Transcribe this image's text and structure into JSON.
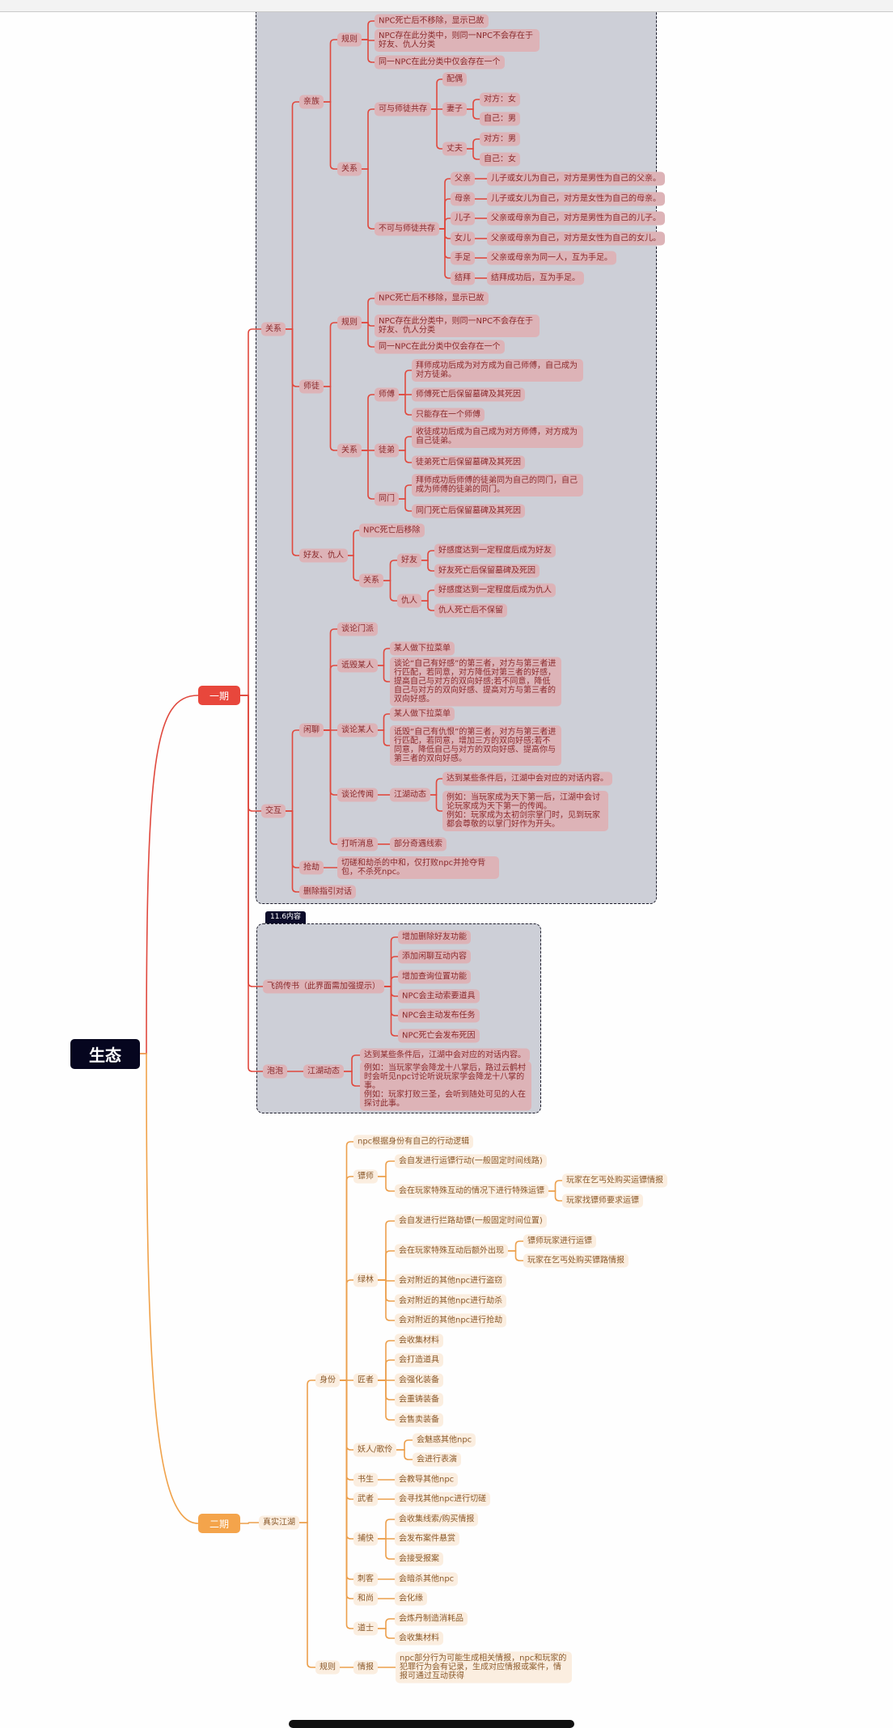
{
  "root": "生态",
  "phase1": {
    "label": "一期",
    "relation": {
      "label": "关系",
      "kin": {
        "label": "亲族",
        "rules_label": "规则",
        "rules": [
          "NPC死亡后不移除，显示已故",
          "NPC存在此分类中，则同一NPC不会存在于好友、仇人分类",
          "同一NPC在此分类中仅会存在一个"
        ],
        "relation_label": "关系",
        "coexist": {
          "label": "可与师徒共存",
          "spouse": "配偶",
          "wife": {
            "label": "妻子",
            "other": "对方：女",
            "self": "自己：男"
          },
          "husband": {
            "label": "丈夫",
            "other": "对方：男",
            "self": "自己：女"
          }
        },
        "not_coexist": {
          "label": "不可与师徒共存",
          "items": [
            {
              "label": "父亲",
              "desc": "儿子或女儿为自己，对方是男性为自己的父亲。"
            },
            {
              "label": "母亲",
              "desc": "儿子或女儿为自己，对方是女性为自己的母亲。"
            },
            {
              "label": "儿子",
              "desc": "父亲或母亲为自己，对方是男性为自己的儿子。"
            },
            {
              "label": "女儿",
              "desc": "父亲或母亲为自己，对方是女性为自己的女儿。"
            },
            {
              "label": "手足",
              "desc": "父亲或母亲为同一人，互为手足。"
            },
            {
              "label": "结拜",
              "desc": "结拜成功后，互为手足。"
            }
          ]
        }
      },
      "master": {
        "label": "师徒",
        "rules_label": "规则",
        "rules": [
          "NPC死亡后不移除，显示已故",
          "NPC存在此分类中，则同一NPC不会存在于好友、仇人分类",
          "同一NPC在此分类中仅会存在一个"
        ],
        "relation_label": "关系",
        "teacher": {
          "label": "师傅",
          "items": [
            "拜师成功后成为对方成为自己师傅，自己成为对方徒弟。",
            "师傅死亡后保留墓碑及其死因",
            "只能存在一个师傅"
          ]
        },
        "disciple": {
          "label": "徒弟",
          "items": [
            "收徒成功后成为自己成为对方师傅，对方成为自己徒弟。",
            "徒弟死亡后保留墓碑及其死因"
          ]
        },
        "fellow": {
          "label": "同门",
          "items": [
            "拜师成功后师傅的徒弟同为自己的同门，自己成为师傅的徒弟的同门。",
            "同门死亡后保留墓碑及其死因"
          ]
        }
      },
      "friend_foe": {
        "label": "好友、仇人",
        "removed": "NPC死亡后移除",
        "relation_label": "关系",
        "friend": {
          "label": "好友",
          "items": [
            "好感度达到一定程度后成为好友",
            "好友死亡后保留墓碑及死因"
          ]
        },
        "foe": {
          "label": "仇人",
          "items": [
            "好感度达到一定程度后成为仇人",
            "仇人死亡后不保留"
          ]
        }
      }
    },
    "interaction": {
      "label": "交互",
      "chat": {
        "label": "闲聊",
        "sect": "谈论门派",
        "slander": {
          "label": "诋毁某人",
          "items": [
            "某人做下拉菜单",
            "谈论“自己有好感”的第三者，对方与第三者进行匹配，若同意，对方降低对第三者的好感，提高自己与对方的双向好感;若不同意，降低自己与对方的双向好感、提高对方与第三者的双向好感。"
          ]
        },
        "discuss": {
          "label": "谈论某人",
          "items": [
            "某人做下拉菜单",
            "诋毁“自己有仇恨”的第三者，对方与第三者进行匹配，若同意，增加三方的双向好感;若不同意，降低自己与对方的双向好感、提高你与第三者的双向好感。"
          ]
        },
        "rumor": {
          "label": "谈论传闻",
          "sub": "江湖动态",
          "items": [
            "达到某些条件后，江湖中会对应的对话内容。",
            "例如：当玩家成为天下第一后，江湖中会讨论玩家成为天下第一的传闻。\n例如：玩家成为太初剑宗掌门时，见到玩家都会尊敬的以掌门好作为开头。"
          ]
        },
        "inquire": {
          "label": "打听消息",
          "item": "部分奇遇线索"
        }
      },
      "rob": {
        "label": "抢劫",
        "desc": "切磋和劫杀的中和，仅打败npc并抢夺背包，不杀死npc。"
      },
      "delete_guide": "删除指引对话"
    },
    "group_tag": "11.6内容",
    "pigeon": {
      "label": "飞鸽传书（此界面需加强提示）",
      "items": [
        "增加删除好友功能",
        "添加闲聊互动内容",
        "增加查询位置功能",
        "NPC会主动索要道具",
        "NPC会主动发布任务",
        "NPC死亡会发布死因"
      ]
    },
    "bubble": {
      "label": "泡泡",
      "sub": "江湖动态",
      "items": [
        "达到某些条件后，江湖中会对应的对话内容。",
        "例如：当玩家学会降龙十八掌后，路过云鹤村时会听见npc讨论听说玩家学会降龙十八掌的事。\n例如：玩家打败三圣，会听到随处可见的人在探讨此事。"
      ]
    }
  },
  "phase2": {
    "label": "二期",
    "real_jianghu": {
      "label": "真实江湖",
      "identity": {
        "label": "身份",
        "logic": "npc根据身份有自己的行动逻辑",
        "escort": {
          "label": "镖师",
          "items": [
            "会自发进行运镖行动(一般固定时间线路)",
            "会在玩家特殊互动的情况下进行特殊运镖"
          ],
          "special": [
            "玩家在乞丐处购买运镖情报",
            "玩家找镖师要求运镖"
          ]
        },
        "bandit": {
          "label": "绿林",
          "items": [
            "会自发进行拦路劫镖(一般固定时间位置)",
            "会在玩家特殊互动后额外出现",
            "会对附近的其他npc进行盗窃",
            "会对附近的其他npc进行劫杀",
            "会对附近的其他npc进行抢劫"
          ],
          "special": [
            "镖师玩家进行运镖",
            "玩家在乞丐处购买镖路情报"
          ]
        },
        "craftsman": {
          "label": "匠者",
          "items": [
            "会收集材料",
            "会打造道具",
            "会强化装备",
            "会重铸装备",
            "会售卖装备"
          ]
        },
        "performer": {
          "label": "妖人/歌伶",
          "items": [
            "会魅惑其他npc",
            "会进行表演"
          ]
        },
        "scholar": {
          "label": "书生",
          "items": [
            "会教导其他npc"
          ]
        },
        "warrior": {
          "label": "武者",
          "items": [
            "会寻找其他npc进行切磋"
          ]
        },
        "constable": {
          "label": "捕快",
          "items": [
            "会收集线索/购买情报",
            "会发布案件悬赏",
            "会接受报案"
          ]
        },
        "assassin": {
          "label": "刺客",
          "items": [
            "会暗杀其他npc"
          ]
        },
        "monk": {
          "label": "和尚",
          "items": [
            "会化缘"
          ]
        },
        "taoist": {
          "label": "道士",
          "items": [
            "会炼丹制造消耗品",
            "会收集材料"
          ]
        }
      },
      "rules": {
        "label": "规则",
        "intel": {
          "label": "情报",
          "text": "npc部分行为可能生成相关情报，npc和玩家的犯罪行为会有记录，生成对应情报或案件，情报可通过互动获得"
        }
      }
    }
  }
}
